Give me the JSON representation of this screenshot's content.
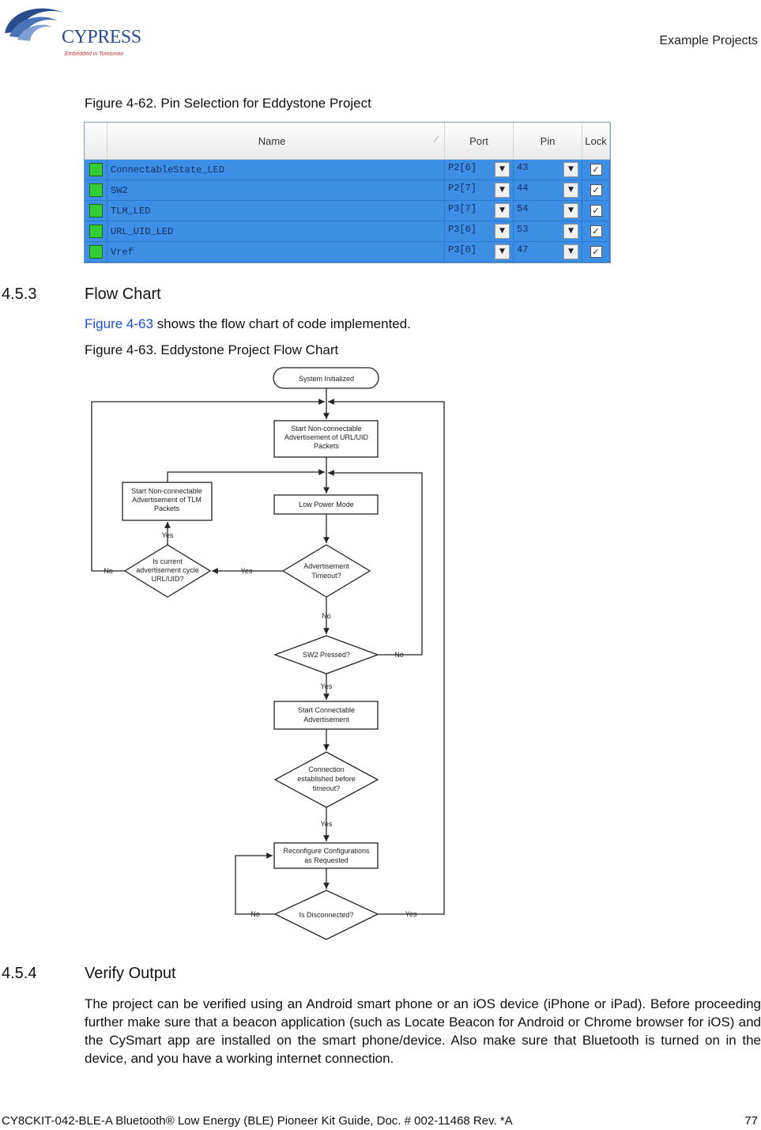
{
  "header": {
    "logo_text": "CYPRESS",
    "logo_tagline": "Embedded in Tomorrow",
    "section_label": "Example Projects"
  },
  "figure62": {
    "caption": "Figure 4-62.  Pin Selection for Eddystone Project",
    "columns": {
      "name": "Name",
      "port": "Port",
      "pin": "Pin",
      "lock": "Lock"
    },
    "rows": [
      {
        "name": "ConnectableState_LED",
        "port": "P2[6]",
        "pin": "43",
        "lock": "✓"
      },
      {
        "name": "SW2",
        "port": "P2[7]",
        "pin": "44",
        "lock": "✓"
      },
      {
        "name": "TLM_LED",
        "port": "P3[7]",
        "pin": "54",
        "lock": "✓"
      },
      {
        "name": "URL_UID_LED",
        "port": "P3[6]",
        "pin": "53",
        "lock": "✓"
      },
      {
        "name": "Vref",
        "port": "P3[0]",
        "pin": "47",
        "lock": "✓"
      }
    ]
  },
  "section453": {
    "number": "4.5.3",
    "title": "Flow Chart",
    "intro_link": "Figure 4-63",
    "intro_rest": " shows the flow chart of code implemented.",
    "caption": "Figure 4-63.  Eddystone Project Flow Chart"
  },
  "flowchart": {
    "start": "System Initialized",
    "box1_l1": "Start Non-connectable",
    "box1_l2": "Advertisement of URL/UID",
    "box1_l3": "Packets",
    "box_tlm_l1": "Start Non-connectable",
    "box_tlm_l2": "Advertisement of TLM",
    "box_tlm_l3": "Packets",
    "low_power": "Low Power Mode",
    "adv_timeout_l1": "Advertisement",
    "adv_timeout_l2": "Timeout?",
    "tlm_dec_l1": "Is current",
    "tlm_dec_l2": "advertisement cycle",
    "tlm_dec_l3": "URL/UID?",
    "sw2": "SW2 Pressed?",
    "start_conn_l1": "Start Connectable",
    "start_conn_l2": "Advertisement",
    "conn_l1": "Connection",
    "conn_l2": "established before",
    "conn_l3": "timeout?",
    "reconfig_l1": "Reconfigure Configurations",
    "reconfig_l2": "as Requested",
    "disconnected": "Is Disconnected?",
    "yes": "Yes",
    "no": "No"
  },
  "section454": {
    "number": "4.5.4",
    "title": "Verify Output",
    "paragraph": "The project can be verified using an Android smart phone or an iOS device (iPhone or iPad). Before proceeding further make sure that a beacon application (such as Locate Beacon for Android or Chrome browser for iOS) and the CySmart app are installed on the smart phone/device. Also make sure that Bluetooth is turned on in the device, and you have a working internet connection."
  },
  "footer": {
    "doc": "CY8CKIT-042-BLE-A Bluetooth® Low Energy (BLE) Pioneer Kit Guide, Doc. # 002-11468 Rev. *A",
    "page": "77"
  },
  "colors": {
    "table_row": "#3d8fe6",
    "status_green": "#33cc33",
    "link": "#1a4fd6",
    "logo_blue": "#2a4b8d"
  }
}
